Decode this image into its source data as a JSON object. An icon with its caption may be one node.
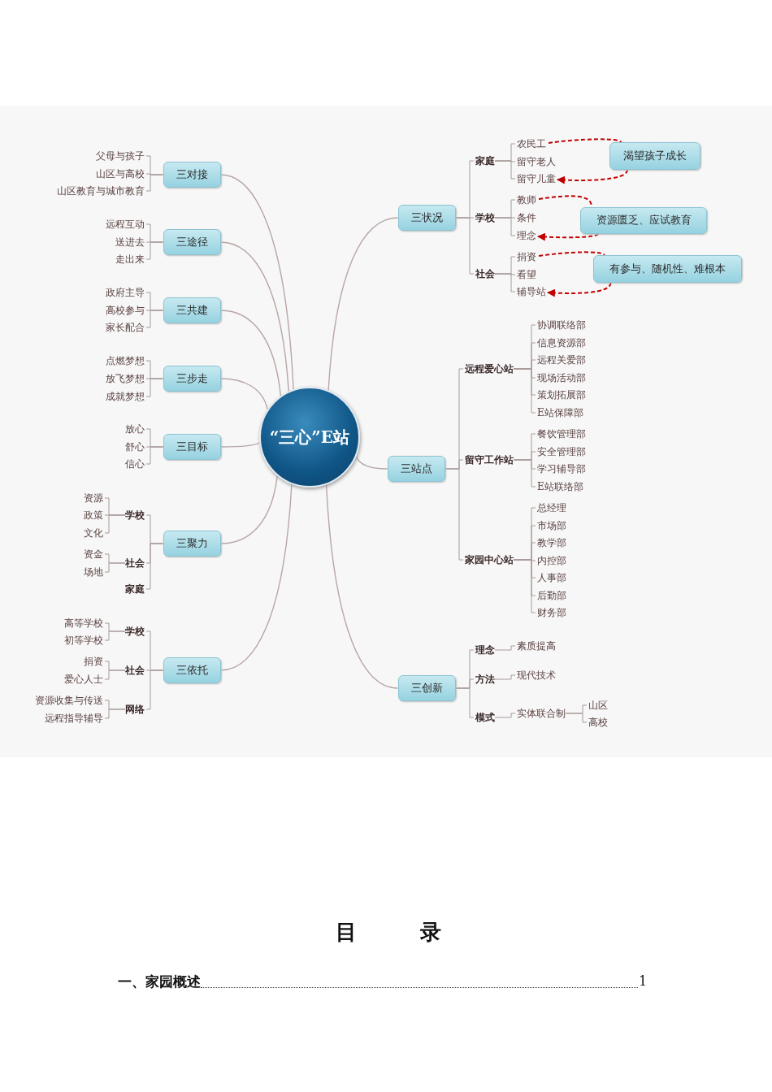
{
  "diagram": {
    "nodes": [
      {
        "text": [
          "“三心”E站"
        ]
      },
      {
        "text": [
          "三对接"
        ]
      },
      {
        "text": [
          "父母与孩子"
        ]
      },
      {
        "text": [
          "山区与高校"
        ]
      },
      {
        "text": [
          "山区教育与城市教育"
        ]
      },
      {
        "text": [
          "三途径"
        ]
      },
      {
        "text": [
          "远程互动"
        ]
      },
      {
        "text": [
          "送进去"
        ]
      },
      {
        "text": [
          "走出来"
        ]
      },
      {
        "text": [
          "三共建"
        ]
      },
      {
        "text": [
          "政府主导"
        ]
      },
      {
        "text": [
          "高校参与"
        ]
      },
      {
        "text": [
          "家长配合"
        ]
      },
      {
        "text": [
          "三步走"
        ]
      },
      {
        "text": [
          "点燃梦想"
        ]
      },
      {
        "text": [
          "放飞梦想"
        ]
      },
      {
        "text": [
          "成就梦想"
        ]
      },
      {
        "text": [
          "三目标"
        ]
      },
      {
        "text": [
          "放心"
        ]
      },
      {
        "text": [
          "舒心"
        ]
      },
      {
        "text": [
          "信心"
        ]
      },
      {
        "text": [
          "三聚力"
        ]
      },
      {
        "text": [
          "学校"
        ]
      },
      {
        "text": [
          "资源"
        ]
      },
      {
        "text": [
          "政策"
        ]
      },
      {
        "text": [
          "文化"
        ]
      },
      {
        "text": [
          "社会"
        ]
      },
      {
        "text": [
          "资金"
        ]
      },
      {
        "text": [
          "场地"
        ]
      },
      {
        "text": [
          "家庭"
        ]
      },
      {
        "text": [
          "三依托"
        ]
      },
      {
        "text": [
          "学校"
        ]
      },
      {
        "text": [
          "高等学校"
        ]
      },
      {
        "text": [
          "初等学校"
        ]
      },
      {
        "text": [
          "社会"
        ]
      },
      {
        "text": [
          "捐资"
        ]
      },
      {
        "text": [
          "爱心人士"
        ]
      },
      {
        "text": [
          "网络"
        ]
      },
      {
        "text": [
          "资源收集与传送"
        ]
      },
      {
        "text": [
          "远程指导辅导"
        ]
      },
      {
        "text": [
          "三状况"
        ]
      },
      {
        "text": [
          "家庭"
        ]
      },
      {
        "text": [
          "农民工"
        ]
      },
      {
        "text": [
          "留守老人"
        ]
      },
      {
        "text": [
          "留守儿童"
        ]
      },
      {
        "text": [
          "渴望孩子成长"
        ]
      },
      {
        "text": [
          "学校"
        ]
      },
      {
        "text": [
          "教师"
        ]
      },
      {
        "text": [
          "条件"
        ]
      },
      {
        "text": [
          "理念"
        ]
      },
      {
        "text": [
          "资源匮乏、应试教育"
        ]
      },
      {
        "text": [
          "社会"
        ]
      },
      {
        "text": [
          "捐资"
        ]
      },
      {
        "text": [
          "看望"
        ]
      },
      {
        "text": [
          "辅导站"
        ]
      },
      {
        "text": [
          "有参与、随机性、难根本"
        ]
      },
      {
        "text": [
          "三站点"
        ]
      },
      {
        "text": [
          "远程爱心站"
        ]
      },
      {
        "text": [
          "协调联络部"
        ]
      },
      {
        "text": [
          "信息资源部"
        ]
      },
      {
        "text": [
          "远程关爱部"
        ]
      },
      {
        "text": [
          "现场活动部"
        ]
      },
      {
        "text": [
          "策划拓展部"
        ]
      },
      {
        "text": [
          "E站保障部"
        ]
      },
      {
        "text": [
          "留守工作站"
        ]
      },
      {
        "text": [
          "餐饮管理部"
        ]
      },
      {
        "text": [
          "安全管理部"
        ]
      },
      {
        "text": [
          "学习辅导部"
        ]
      },
      {
        "text": [
          "E站联络部"
        ]
      },
      {
        "text": [
          "家园中心站"
        ]
      },
      {
        "text": [
          "总经理"
        ]
      },
      {
        "text": [
          "市场部"
        ]
      },
      {
        "text": [
          "教学部"
        ]
      },
      {
        "text": [
          "内控部"
        ]
      },
      {
        "text": [
          "人事部"
        ]
      },
      {
        "text": [
          "后勤部"
        ]
      },
      {
        "text": [
          "财务部"
        ]
      },
      {
        "text": [
          "三创新"
        ]
      },
      {
        "text": [
          "理念"
        ]
      },
      {
        "text": [
          "素质提高"
        ]
      },
      {
        "text": [
          "方法"
        ]
      },
      {
        "text": [
          "现代技术"
        ]
      },
      {
        "text": [
          "模式"
        ]
      },
      {
        "text": [
          "实体联合制"
        ]
      },
      {
        "text": [
          "山区"
        ]
      },
      {
        "text": [
          "高校"
        ]
      }
    ],
    "edges": [
      {
        "from": 0,
        "to": 1,
        "arrow": "none"
      },
      {
        "from": 0,
        "to": 5,
        "arrow": "none"
      },
      {
        "from": 0,
        "to": 9,
        "arrow": "none"
      },
      {
        "from": 0,
        "to": 13,
        "arrow": "none"
      },
      {
        "from": 0,
        "to": 17,
        "arrow": "none"
      },
      {
        "from": 0,
        "to": 21,
        "arrow": "none"
      },
      {
        "from": 0,
        "to": 30,
        "arrow": "none"
      },
      {
        "from": 0,
        "to": 40,
        "arrow": "none"
      },
      {
        "from": 0,
        "to": 56,
        "arrow": "none"
      },
      {
        "from": 0,
        "to": 77,
        "arrow": "none"
      },
      {
        "from": 1,
        "to": 2,
        "arrow": "none"
      },
      {
        "from": 1,
        "to": 3,
        "arrow": "none"
      },
      {
        "from": 1,
        "to": 4,
        "arrow": "none"
      },
      {
        "from": 5,
        "to": 6,
        "arrow": "none"
      },
      {
        "from": 5,
        "to": 7,
        "arrow": "none"
      },
      {
        "from": 5,
        "to": 8,
        "arrow": "none"
      },
      {
        "from": 9,
        "to": 10,
        "arrow": "none"
      },
      {
        "from": 9,
        "to": 11,
        "arrow": "none"
      },
      {
        "from": 9,
        "to": 12,
        "arrow": "none"
      },
      {
        "from": 13,
        "to": 14,
        "arrow": "none"
      },
      {
        "from": 13,
        "to": 15,
        "arrow": "none"
      },
      {
        "from": 13,
        "to": 16,
        "arrow": "none"
      },
      {
        "from": 17,
        "to": 18,
        "arrow": "none"
      },
      {
        "from": 17,
        "to": 19,
        "arrow": "none"
      },
      {
        "from": 17,
        "to": 20,
        "arrow": "none"
      },
      {
        "from": 21,
        "to": 22,
        "arrow": "none"
      },
      {
        "from": 21,
        "to": 26,
        "arrow": "none"
      },
      {
        "from": 21,
        "to": 29,
        "arrow": "none"
      },
      {
        "from": 22,
        "to": 23,
        "arrow": "none"
      },
      {
        "from": 22,
        "to": 24,
        "arrow": "none"
      },
      {
        "from": 22,
        "to": 25,
        "arrow": "none"
      },
      {
        "from": 26,
        "to": 27,
        "arrow": "none"
      },
      {
        "from": 26,
        "to": 28,
        "arrow": "none"
      },
      {
        "from": 30,
        "to": 31,
        "arrow": "none"
      },
      {
        "from": 30,
        "to": 34,
        "arrow": "none"
      },
      {
        "from": 30,
        "to": 37,
        "arrow": "none"
      },
      {
        "from": 31,
        "to": 32,
        "arrow": "none"
      },
      {
        "from": 31,
        "to": 33,
        "arrow": "none"
      },
      {
        "from": 34,
        "to": 35,
        "arrow": "none"
      },
      {
        "from": 34,
        "to": 36,
        "arrow": "none"
      },
      {
        "from": 37,
        "to": 38,
        "arrow": "none"
      },
      {
        "from": 37,
        "to": 39,
        "arrow": "none"
      },
      {
        "from": 40,
        "to": 41,
        "arrow": "none"
      },
      {
        "from": 40,
        "to": 46,
        "arrow": "none"
      },
      {
        "from": 40,
        "to": 51,
        "arrow": "none"
      },
      {
        "from": 41,
        "to": 42,
        "arrow": "none"
      },
      {
        "from": 41,
        "to": 43,
        "arrow": "none"
      },
      {
        "from": 41,
        "to": 44,
        "arrow": "none"
      },
      {
        "from": 46,
        "to": 47,
        "arrow": "none"
      },
      {
        "from": 46,
        "to": 48,
        "arrow": "none"
      },
      {
        "from": 46,
        "to": 49,
        "arrow": "none"
      },
      {
        "from": 51,
        "to": 52,
        "arrow": "none"
      },
      {
        "from": 51,
        "to": 53,
        "arrow": "none"
      },
      {
        "from": 51,
        "to": 54,
        "arrow": "none"
      },
      {
        "from": 42,
        "to": 45,
        "arrow": "none",
        "style": "dashed",
        "color": "#c00000"
      },
      {
        "from": 45,
        "to": 44,
        "arrow": "to",
        "style": "dashed",
        "color": "#c00000"
      },
      {
        "from": 47,
        "to": 50,
        "arrow": "none",
        "style": "dashed",
        "color": "#c00000"
      },
      {
        "from": 50,
        "to": 49,
        "arrow": "to",
        "style": "dashed",
        "color": "#c00000"
      },
      {
        "from": 52,
        "to": 55,
        "arrow": "none",
        "style": "dashed",
        "color": "#c00000"
      },
      {
        "from": 55,
        "to": 54,
        "arrow": "to",
        "style": "dashed",
        "color": "#c00000"
      },
      {
        "from": 56,
        "to": 57,
        "arrow": "none"
      },
      {
        "from": 56,
        "to": 64,
        "arrow": "none"
      },
      {
        "from": 56,
        "to": 69,
        "arrow": "none"
      },
      {
        "from": 57,
        "to": 58,
        "arrow": "none"
      },
      {
        "from": 57,
        "to": 59,
        "arrow": "none"
      },
      {
        "from": 57,
        "to": 60,
        "arrow": "none"
      },
      {
        "from": 57,
        "to": 61,
        "arrow": "none"
      },
      {
        "from": 57,
        "to": 62,
        "arrow": "none"
      },
      {
        "from": 57,
        "to": 63,
        "arrow": "none"
      },
      {
        "from": 64,
        "to": 65,
        "arrow": "none"
      },
      {
        "from": 64,
        "to": 66,
        "arrow": "none"
      },
      {
        "from": 64,
        "to": 67,
        "arrow": "none"
      },
      {
        "from": 64,
        "to": 68,
        "arrow": "none"
      },
      {
        "from": 69,
        "to": 70,
        "arrow": "none"
      },
      {
        "from": 69,
        "to": 71,
        "arrow": "none"
      },
      {
        "from": 69,
        "to": 72,
        "arrow": "none"
      },
      {
        "from": 69,
        "to": 73,
        "arrow": "none"
      },
      {
        "from": 69,
        "to": 74,
        "arrow": "none"
      },
      {
        "from": 69,
        "to": 75,
        "arrow": "none"
      },
      {
        "from": 69,
        "to": 76,
        "arrow": "none"
      },
      {
        "from": 77,
        "to": 78,
        "arrow": "none"
      },
      {
        "from": 77,
        "to": 80,
        "arrow": "none"
      },
      {
        "from": 77,
        "to": 82,
        "arrow": "none"
      },
      {
        "from": 78,
        "to": 79,
        "arrow": "none"
      },
      {
        "from": 80,
        "to": 81,
        "arrow": "none"
      },
      {
        "from": 82,
        "to": 83,
        "arrow": "none"
      },
      {
        "from": 83,
        "to": 84,
        "arrow": "none"
      },
      {
        "from": 83,
        "to": 85,
        "arrow": "none"
      }
    ],
    "labels": [
      "目录",
      "一、家园概述",
      "1"
    ]
  }
}
